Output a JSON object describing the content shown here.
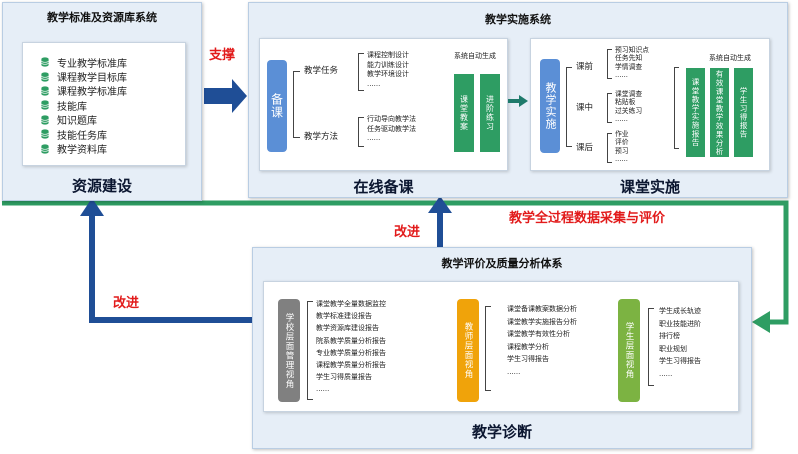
{
  "resource_panel": {
    "title": "教学标准及资源库系统",
    "items": [
      "专业教学标准库",
      "课程教学目标库",
      "课程教学标准库",
      "技能库",
      "知识题库",
      "技能任务库",
      "教学资料库"
    ],
    "footer": "资源建设"
  },
  "implementation_panel": {
    "title": "教学实施系统",
    "prep": {
      "main_label": "备课",
      "branch_task": "教学任务",
      "branch_method": "教学方法",
      "task_items": [
        "课程控制设计",
        "能力训练设计",
        "教学环境设计",
        "......"
      ],
      "method_items": [
        "行动导向教学法",
        "任务驱动教学法",
        "......"
      ],
      "auto_label": "系统自动生成",
      "outputs": [
        "课堂教案",
        "进阶练习"
      ],
      "footer": "在线备课"
    },
    "class": {
      "main_label": "教学实施",
      "before_label": "课前",
      "during_label": "课中",
      "after_label": "课后",
      "before_items": [
        "预习知识点",
        "任务先知",
        "学情调查",
        "......"
      ],
      "during_items": [
        "课堂调查",
        "粘贴板",
        "过关练习",
        "......"
      ],
      "after_items": [
        "作业",
        "评价",
        "预习",
        "......"
      ],
      "auto_label": "系统自动生成",
      "outputs": [
        "课堂教学实施报告",
        "有效课堂教学效果分析",
        "学生习得报告"
      ],
      "footer": "课堂实施"
    }
  },
  "connectors": {
    "support": "支撑",
    "improve_left": "改进",
    "improve_mid": "改进",
    "data_label": "教学全过程数据采集与评价"
  },
  "diagnosis_panel": {
    "title": "教学评价及质量分析体系",
    "school": {
      "label": "学校层面管理视角",
      "items": [
        "课堂教学全量数据监控",
        "教学标准建设报告",
        "教学资源库建设报告",
        "院系教学质量分析报告",
        "专业教学质量分析报告",
        "课程教学质量分析报告",
        "学生习得质量报告",
        "......"
      ]
    },
    "teacher": {
      "label": "教师层面视角",
      "items": [
        "课堂备课教案数据分析",
        "课堂教学实施报告分析",
        "课堂教学有效性分析",
        "课程教学分析",
        "学生习得报告",
        "......"
      ]
    },
    "student": {
      "label": "学生层面视角",
      "items": [
        "学生成长轨迹",
        "职业技能进阶",
        "排行榜",
        "职业规划",
        "学生习得报告",
        "......"
      ]
    },
    "footer": "教学诊断"
  },
  "colors": {
    "blue_pill": "#5b8fd6",
    "green_pill": "#2e9d63",
    "gray_pill": "#808080",
    "orange_pill": "#f0a30a",
    "lime_pill": "#7cb342",
    "navy_arrow": "#1f4e96",
    "green_line": "#2e9d63",
    "red_text": "#e21b1b",
    "teal_arrow": "#1e7a6b"
  }
}
